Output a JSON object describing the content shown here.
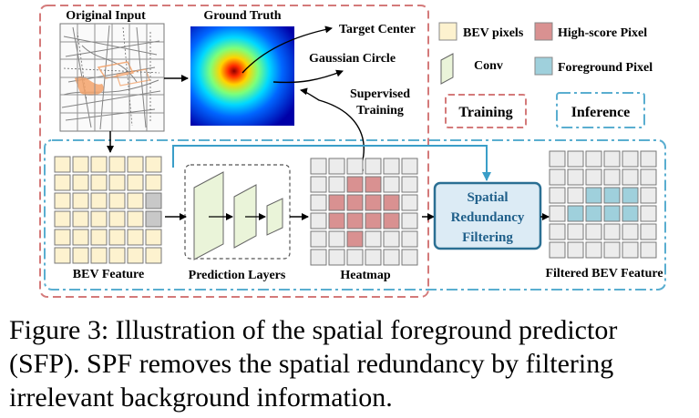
{
  "labels": {
    "original_input": "Original Input",
    "ground_truth": "Ground Truth",
    "target_center": "Target Center",
    "gaussian_circle": "Gaussian Circle",
    "supervised_line1": "Supervised",
    "supervised_line2": "Training",
    "bev_feature": "BEV Feature",
    "prediction_layers": "Prediction Layers",
    "heatmap": "Heatmap",
    "spf_line1": "Spatial",
    "spf_line2": "Redundancy",
    "spf_line3": "Filtering",
    "filtered_bev": "Filtered BEV Feature"
  },
  "legend": {
    "bev_pixels": "BEV pixels",
    "high_score": "High-score Pixel",
    "conv": "Conv",
    "foreground": "Foreground Pixel",
    "training": "Training",
    "inference": "Inference"
  },
  "caption": "Figure 3: Illustration of the spatial foreground predictor (SFP). SPF removes the spatial redundancy by filtering irrelevant background information.",
  "colors": {
    "training_border": "#d47a7a",
    "inference_border": "#5aaed0",
    "bev_fill": "#fdf2cf",
    "high_score_fill": "#d99191",
    "foreground_fill": "#9fd0dc",
    "conv_fill": "#eaf4d9",
    "spf_fill": "#dcebf5",
    "spf_border": "#2a6f93",
    "gray_fill": "#ececec",
    "dark_cell": "#c8c8c8"
  },
  "grids": {
    "heatmap_high_score": [
      [
        1,
        2
      ],
      [
        1,
        3
      ],
      [
        2,
        1
      ],
      [
        2,
        2
      ],
      [
        2,
        3
      ],
      [
        2,
        4
      ],
      [
        3,
        1
      ],
      [
        3,
        2
      ],
      [
        3,
        3
      ],
      [
        3,
        4
      ],
      [
        4,
        2
      ]
    ],
    "filtered_foreground": [
      [
        2,
        2
      ],
      [
        2,
        3
      ],
      [
        2,
        4
      ],
      [
        3,
        1
      ],
      [
        3,
        2
      ],
      [
        3,
        3
      ],
      [
        3,
        4
      ]
    ],
    "bev_dark_cells": [
      [
        2,
        5
      ],
      [
        3,
        5
      ]
    ]
  }
}
